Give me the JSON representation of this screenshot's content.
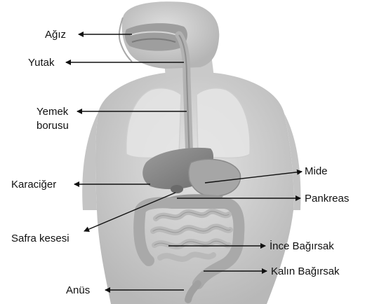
{
  "labels": {
    "agiz": "Ağız",
    "yutak": "Yutak",
    "yemek_borusu_line1": "Yemek",
    "yemek_borusu_line2": "borusu",
    "karaciger": "Karaciğer",
    "safra_kesesi": "Safra kesesi",
    "anus": "Anüs",
    "mide": "Mide",
    "pankreas": "Pankreas",
    "ince_bagirsak": "İnce Bağırsak",
    "kalin_bagirsak": "Kalın Bağırsak"
  },
  "colors": {
    "label_text": "#111111",
    "arrow": "#111111",
    "skin": "#d3d3d3",
    "skin_shadow": "#bdbdbd",
    "lungs": "#e4e4e4",
    "liver": "#8e8e8e",
    "stomach": "#a6a6a6",
    "pancreas": "#9a9a9a",
    "intestine": "#b9b9b9",
    "large_intestine": "#a9a9a9",
    "esophagus": "#b2b2b2"
  }
}
